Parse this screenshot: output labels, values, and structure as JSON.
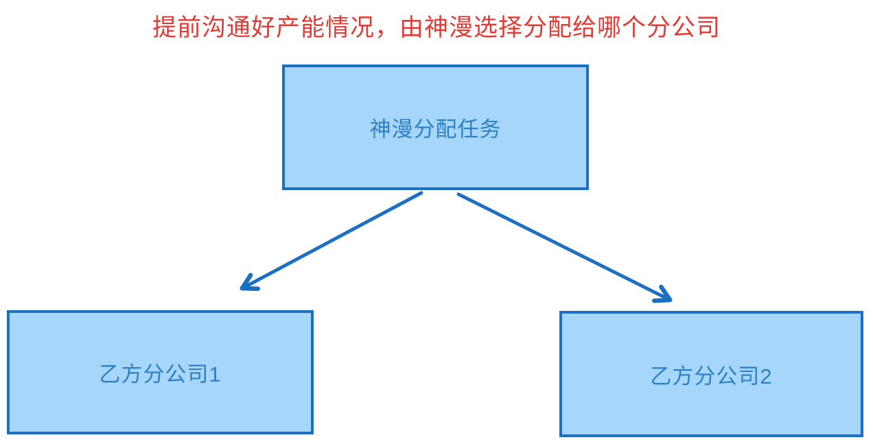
{
  "title": "提前沟通好产能情况，由神漫选择分配给哪个分公司",
  "nodes": {
    "top": {
      "label": "神漫分配任务"
    },
    "branch1": {
      "label": "乙方分公司1"
    },
    "branch2": {
      "label": "乙方分公司2"
    }
  },
  "edges": [
    {
      "from": "top",
      "to": "branch1"
    },
    {
      "from": "top",
      "to": "branch2"
    }
  ],
  "colors": {
    "title": "#e23b36",
    "node_fill": "#a6d7fa",
    "node_border": "#1b70c4",
    "node_text": "#2e80c4",
    "arrow": "#1b70c4"
  }
}
